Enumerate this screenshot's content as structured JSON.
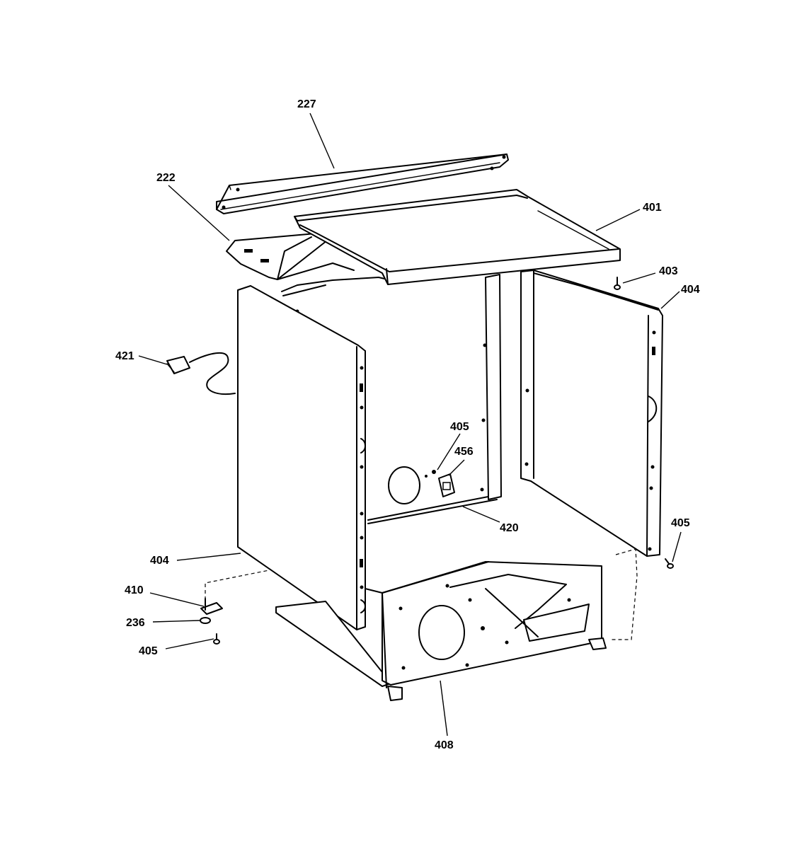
{
  "callouts": {
    "c227": "227",
    "c222": "222",
    "c401": "401",
    "c403": "403",
    "c404_right": "404",
    "c421": "421",
    "c405_center": "405",
    "c456": "456",
    "c420": "420",
    "c405_right": "405",
    "c404_left": "404",
    "c410": "410",
    "c236": "236",
    "c405_left": "405",
    "c408": "408"
  },
  "colors": {
    "line": "#000000",
    "background": "#ffffff"
  }
}
